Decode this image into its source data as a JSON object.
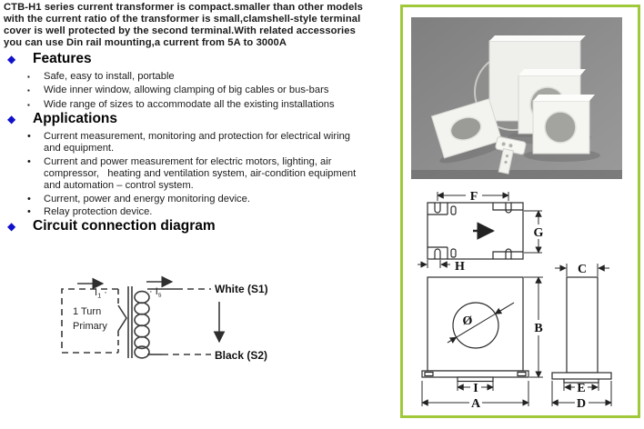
{
  "intro": {
    "lead": "CTB-H1 series",
    "rest": " current transformer is compact.smaller than other models\nwith the current ratio of the transformer is small,clamshell-style terminal\ncover is well protected by the second terminal.With related accessories\nyou can use Din rail mounting,a current from 5A to 3000A"
  },
  "sections": {
    "heading_marker": "◆",
    "features": {
      "title": "Features",
      "marker": "▪",
      "items": [
        "Safe, easy to install, portable",
        "Wide inner window, allowing clamping of big cables or bus-bars",
        "Wide range of sizes to accommodate all the existing installations"
      ]
    },
    "applications": {
      "title": "Applications",
      "marker": "•",
      "items": [
        "Current measurement, monitoring and protection for electrical wiring\nand equipment.",
        "Current and power measurement for electric motors, lighting, air\ncompressor,   heating and ventilation system, air-condition equipment\nand automation – control system.",
        "Current, power and energy monitoring device.",
        "Relay protection device."
      ]
    },
    "circuit": {
      "title": "Circuit connection diagram"
    }
  },
  "circuit_diagram": {
    "primary_line1": "1 Turn",
    "primary_line2": "Primary",
    "i1_base": "I",
    "i1_sub": "1",
    "i1_dot": " ·",
    "is_dot": "· ",
    "is_base": "I",
    "is_sub": "s",
    "terminal_top": "White (S1)",
    "terminal_bottom": "Black (S2)"
  },
  "dimension_diagram": {
    "labels": {
      "F": "F",
      "G": "G",
      "H": "H",
      "diameter": "Ø",
      "B": "B",
      "I": "I",
      "A": "A",
      "C": "C",
      "E": "E",
      "D": "D"
    }
  },
  "colors": {
    "accent_green": "#a0c93a",
    "heading_diamond": "#1111cc",
    "photo_background": "#8c8c8c"
  }
}
